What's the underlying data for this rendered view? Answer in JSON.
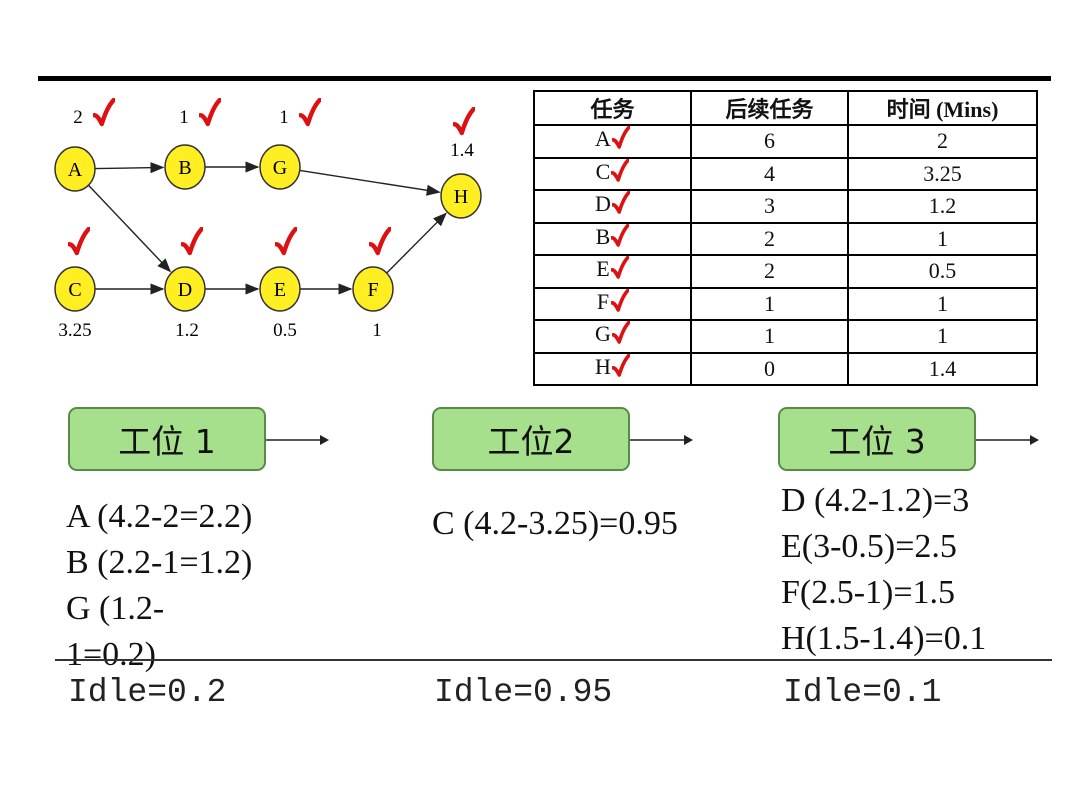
{
  "network": {
    "nodes": [
      {
        "id": "A",
        "value": "2",
        "checked": true
      },
      {
        "id": "B",
        "value": "1",
        "checked": true
      },
      {
        "id": "G",
        "value": "1",
        "checked": true
      },
      {
        "id": "H",
        "value": "1.4",
        "checked": true
      },
      {
        "id": "C",
        "value": "3.25",
        "checked": true
      },
      {
        "id": "D",
        "value": "1.2",
        "checked": true
      },
      {
        "id": "E",
        "value": "0.5",
        "checked": true
      },
      {
        "id": "F",
        "value": "1",
        "checked": true
      }
    ],
    "edges": [
      [
        "A",
        "B"
      ],
      [
        "B",
        "G"
      ],
      [
        "G",
        "H"
      ],
      [
        "A",
        "D"
      ],
      [
        "C",
        "D"
      ],
      [
        "D",
        "E"
      ],
      [
        "E",
        "F"
      ],
      [
        "F",
        "H"
      ]
    ],
    "node_color": "#ffee22",
    "check_color": "#dd1111"
  },
  "table": {
    "headers": [
      "任务",
      "后续任务",
      "时间 (Mins)"
    ],
    "rows": [
      [
        "A",
        "6",
        "2"
      ],
      [
        "C",
        "4",
        "3.25"
      ],
      [
        "D",
        "3",
        "1.2"
      ],
      [
        "B",
        "2",
        "1"
      ],
      [
        "E",
        "2",
        "0.5"
      ],
      [
        "F",
        "1",
        "1"
      ],
      [
        "G",
        "1",
        "1"
      ],
      [
        "H",
        "0",
        "1.4"
      ]
    ]
  },
  "workstations": [
    {
      "label": "工位 1",
      "lines": [
        "A (4.2-2=2.2)",
        "B (2.2-1=1.2)",
        "G (1.2-",
        "1=0.2)"
      ],
      "idle": "Idle=0.2"
    },
    {
      "label": "工位2",
      "lines": [
        "C (4.2-3.25)=0.95"
      ],
      "idle": "Idle=0.95"
    },
    {
      "label": "工位 3",
      "lines": [
        "D (4.2-1.2)=3",
        "E(3-0.5)=2.5",
        "F(2.5-1)=1.5",
        "H(1.5-1.4)=0.1"
      ],
      "idle": "Idle=0.1"
    }
  ],
  "colors": {
    "workstation_fill": "#a7e08d",
    "check": "#dd1111"
  }
}
